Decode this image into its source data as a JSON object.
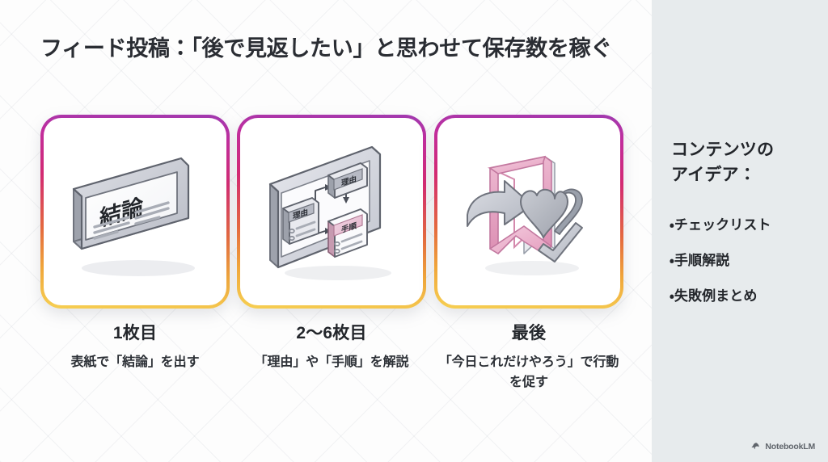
{
  "slide": {
    "title": "フィード投稿：「後で見返したい」と思わせて保存数を稼ぐ",
    "background_color": "#fdfdfd",
    "panel_color": "#e7ebed",
    "accent_gradient": [
      "#a03ab0",
      "#c22c9c",
      "#d32a72",
      "#e4683f",
      "#f0a63a",
      "#f6cf52"
    ]
  },
  "cards": [
    {
      "step_label": "1枚目",
      "description": "表紙で「結論」を出す",
      "illustration": "isometric-slide-conclusion",
      "illustration_text": "結論"
    },
    {
      "step_label": "2〜6枚目",
      "description": "「理由」や「手順」を解説",
      "illustration": "isometric-flow-cards",
      "illustration_labels": [
        "理由",
        "理由",
        "手順"
      ]
    },
    {
      "step_label": "最後",
      "description": "「今日これだけやろう」で行動を促す",
      "illustration": "isometric-bookmark-heart-check"
    }
  ],
  "sidebar": {
    "heading": "コンテンツの\nアイデア：",
    "items": [
      "・チェックリスト",
      "・手順解説",
      "・失敗例まとめ"
    ]
  },
  "watermark": {
    "label": "NotebookLM",
    "icon": "notebooklm-logo-icon"
  }
}
